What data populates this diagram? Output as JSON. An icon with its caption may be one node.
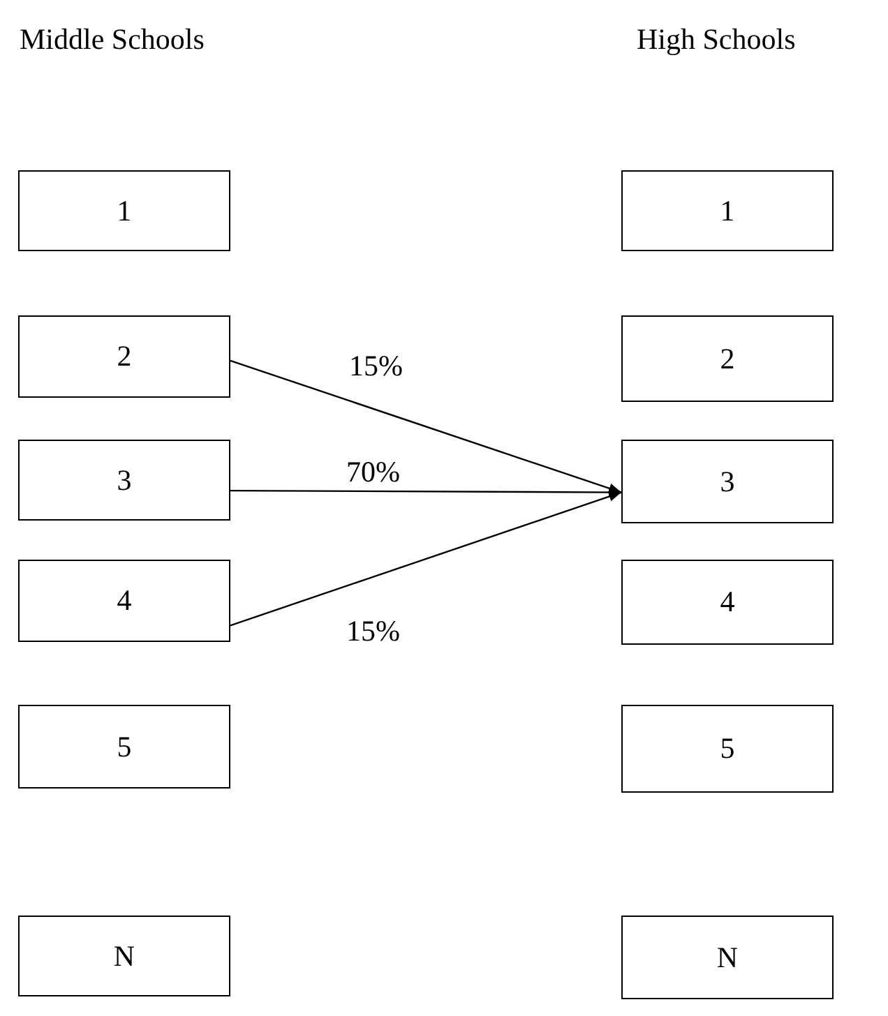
{
  "diagram": {
    "nodes": [
      {
        "text": [
          "1"
        ]
      },
      {
        "text": [
          "2"
        ]
      },
      {
        "text": [
          "3"
        ]
      },
      {
        "text": [
          "4"
        ]
      },
      {
        "text": [
          "5"
        ]
      },
      {
        "text": [
          "N"
        ]
      },
      {
        "text": [
          "1"
        ]
      },
      {
        "text": [
          "2"
        ]
      },
      {
        "text": [
          "3"
        ]
      },
      {
        "text": [
          "4"
        ]
      },
      {
        "text": [
          "5"
        ]
      },
      {
        "text": [
          "N"
        ]
      }
    ],
    "edges": [
      {
        "from": 1,
        "to": 8,
        "arrow": "to",
        "label": "15%"
      },
      {
        "from": 2,
        "to": 8,
        "arrow": "to",
        "label": "70%"
      },
      {
        "from": 3,
        "to": 8,
        "arrow": "to",
        "label": "15%"
      }
    ],
    "labels": [
      "Middle Schools",
      "High Schools"
    ]
  }
}
